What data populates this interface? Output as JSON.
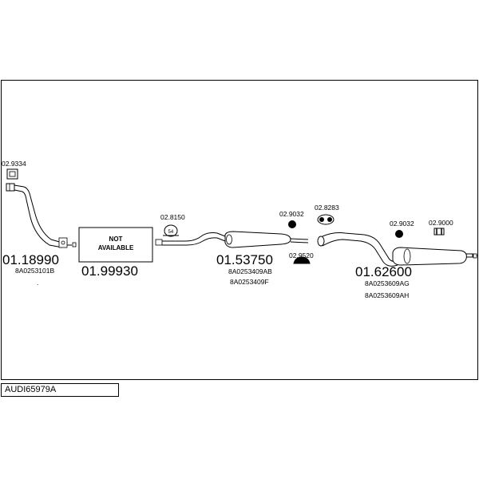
{
  "diagram": {
    "title": "AUDI65979A",
    "parts": {
      "bracket_front": "02.9334",
      "front_pipe_main": "01.18990",
      "front_pipe_oem": "8A0253101B",
      "na_part": "01.99930",
      "na_text_line1": "NOT",
      "na_text_line2": "AVAILABLE",
      "clamp_mid": "02.8150",
      "middle_silencer_main": "01.53750",
      "middle_oem_1": "8A0253409AB",
      "middle_oem_2": "8A0253409F",
      "ring_mid_1": "02.9032",
      "ring_mid_2": "02.8283",
      "ring_mid_3": "02.9520",
      "ring_rear_1": "02.9032",
      "bracket_rear": "02.9000",
      "rear_silencer_main": "01.62600",
      "rear_oem_1": "8A0253609AG",
      "rear_oem_2": "8A0253609AH"
    }
  }
}
